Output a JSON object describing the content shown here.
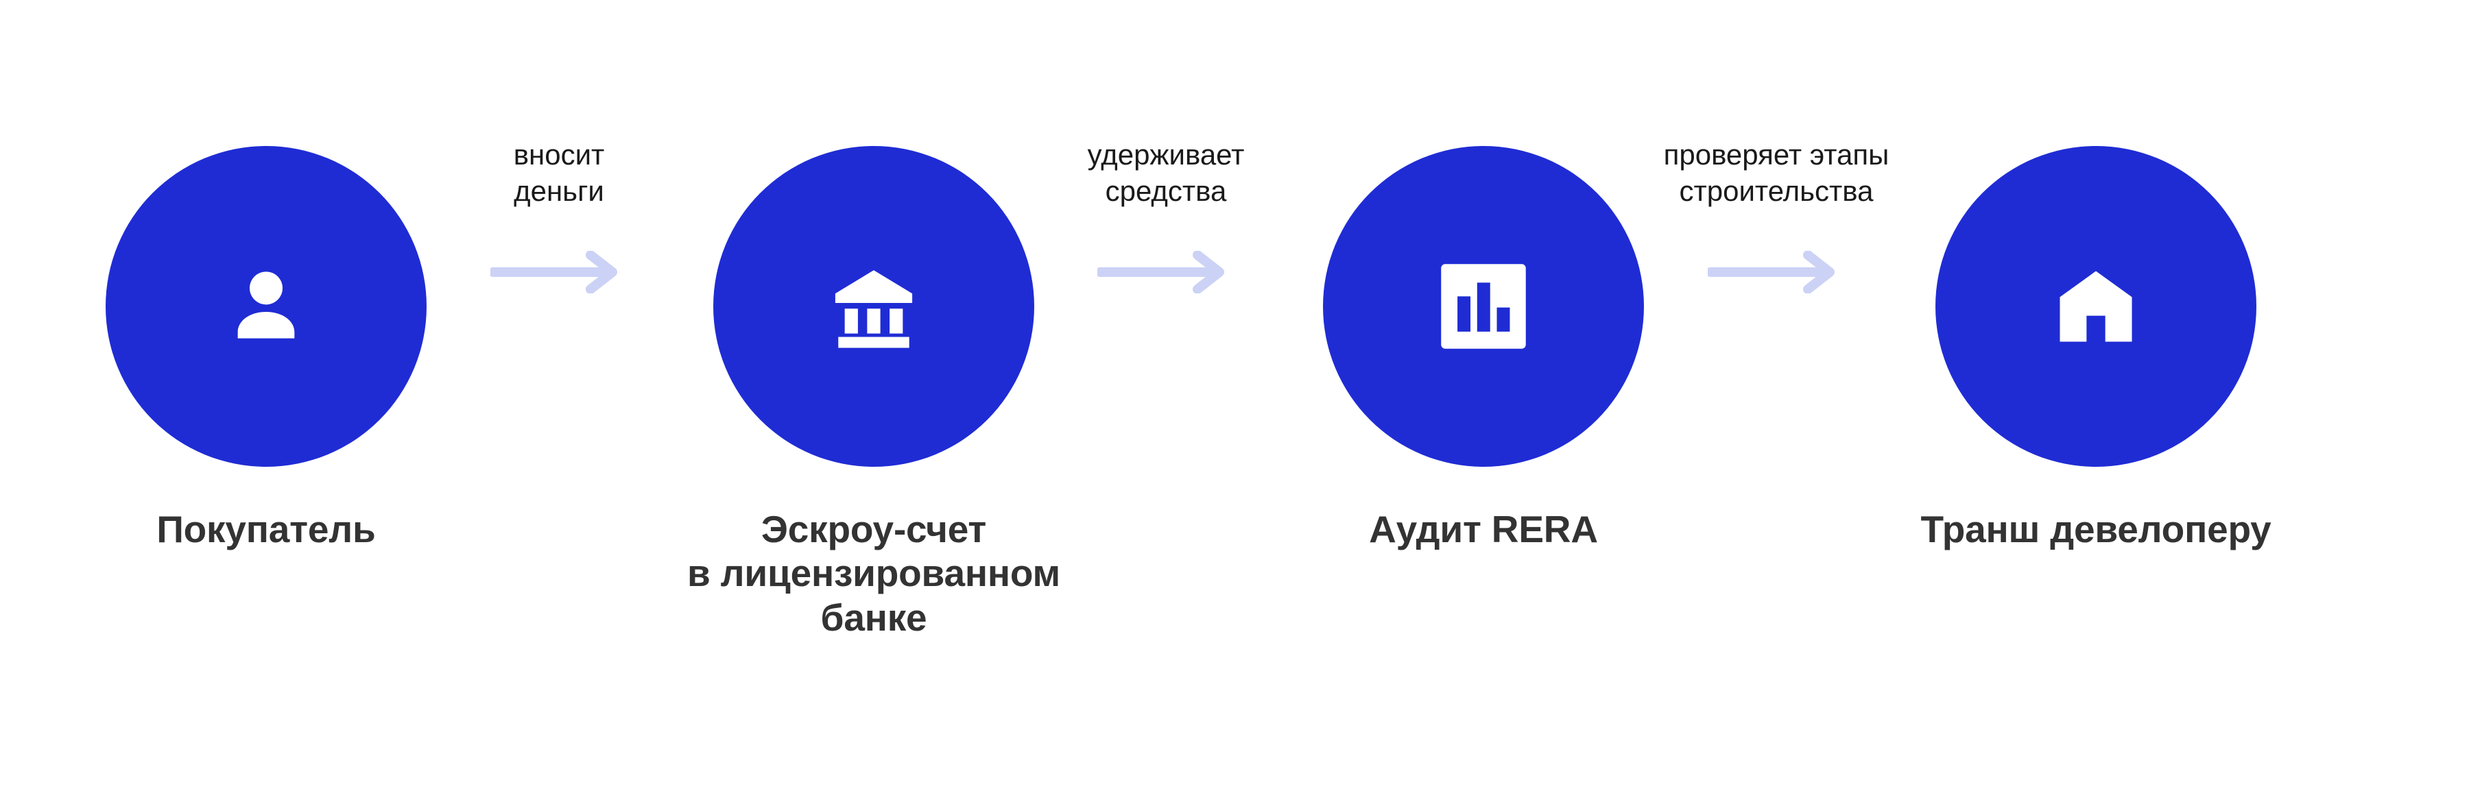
{
  "diagram": {
    "title_visible": false,
    "background_color": "#ffffff",
    "accent_color": "#1F2CD4",
    "arrow_color": "#CBD2F5",
    "label_color": "#333333",
    "connector_label_color": "#1a1a1a",
    "nodes": [
      {
        "id": "buyer",
        "icon": "person-icon",
        "label": "Покупатель"
      },
      {
        "id": "escrow-account",
        "icon": "bank-icon",
        "label": "Эскроу-счет\nв лицензированном\nбанке"
      },
      {
        "id": "rera-audit",
        "icon": "bar-chart-icon",
        "label": "Аудит RERA"
      },
      {
        "id": "developer-tranche",
        "icon": "home-icon",
        "label": "Транш девелоперу"
      }
    ],
    "connectors": [
      {
        "id": "buyer-to-escrow",
        "label": "вносит\nденьги",
        "icon": "arrow-right-icon"
      },
      {
        "id": "escrow-to-audit",
        "label": "удерживает\nсредства",
        "icon": "arrow-right-icon"
      },
      {
        "id": "audit-to-tranche",
        "label": "проверяет этапы\nстроительства",
        "icon": "arrow-right-icon"
      }
    ]
  }
}
